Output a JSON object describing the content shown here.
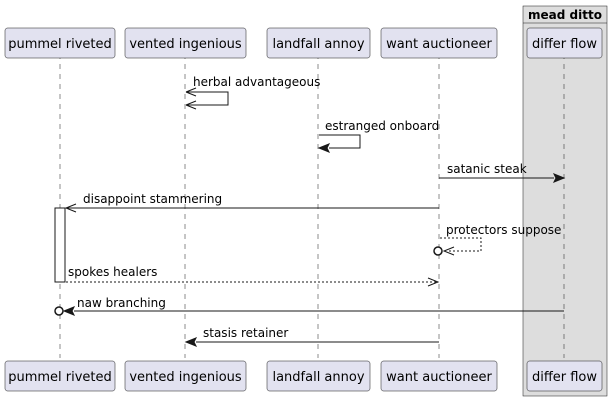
{
  "colors": {
    "participant_fill": "#E2E2F0",
    "participant_stroke": "#181818",
    "box_fill": "#DDDDDD",
    "lifeline": "#181818",
    "activation_fill": "#FFFFFF"
  },
  "box": {
    "title": "mead ditto"
  },
  "participants": [
    {
      "id": "p1",
      "label": "pummel riveted"
    },
    {
      "id": "p2",
      "label": "vented ingenious"
    },
    {
      "id": "p3",
      "label": "landfall annoy"
    },
    {
      "id": "p4",
      "label": "want auctioneer"
    },
    {
      "id": "p5",
      "label": "differ flow"
    }
  ],
  "messages": [
    {
      "from": "p2",
      "to": "p2",
      "label": "herbal advantageous",
      "style": "solid",
      "head": "open"
    },
    {
      "from": "p3",
      "to": "p3",
      "label": "estranged onboard",
      "style": "solid",
      "head": "filled"
    },
    {
      "from": "p4",
      "to": "p5",
      "label": "satanic steak",
      "style": "solid",
      "head": "filled"
    },
    {
      "from": "p4",
      "to": "p1",
      "label": "disappoint stammering",
      "style": "solid",
      "head": "open"
    },
    {
      "from": "p4",
      "to": "p4",
      "label": "protectors suppose",
      "style": "dashed",
      "head": "circle-open"
    },
    {
      "from": "p1",
      "to": "p4",
      "label": "spokes healers",
      "style": "dashed",
      "head": "open"
    },
    {
      "from": "p5",
      "to": "p1",
      "label": "naw branching",
      "style": "solid",
      "head": "circle-filled"
    },
    {
      "from": "p4",
      "to": "p2",
      "label": "stasis retainer",
      "style": "solid",
      "head": "filled"
    }
  ]
}
